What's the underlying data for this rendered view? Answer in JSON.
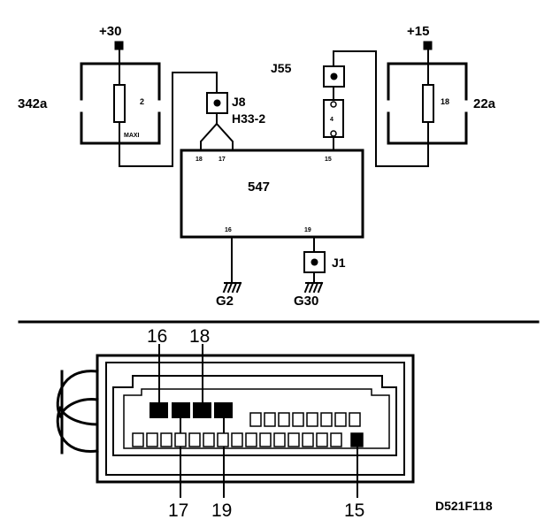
{
  "schematic": {
    "supply_left": "+30",
    "supply_right": "+15",
    "fuse_box_left": {
      "label": "342a",
      "fuse_number": "2",
      "fuse_type": "MAXI"
    },
    "fuse_box_right": {
      "label": "22a",
      "fuse_number": "18"
    },
    "connector_j55": {
      "label": "J55",
      "fuse_number": "4"
    },
    "connector_j8": {
      "label": "J8",
      "sub_label": "H33-2"
    },
    "connector_j1": {
      "label": "J1"
    },
    "ecu": {
      "label": "547",
      "pins_top": [
        "18",
        "17",
        "15"
      ],
      "pins_bottom": [
        "16",
        "19"
      ]
    },
    "grounds": [
      "G2",
      "G30"
    ]
  },
  "connector_view": {
    "pin_labels_top": [
      "16",
      "18"
    ],
    "pin_labels_bottom": [
      "17",
      "19",
      "15"
    ]
  },
  "figure_code": "D521F118"
}
